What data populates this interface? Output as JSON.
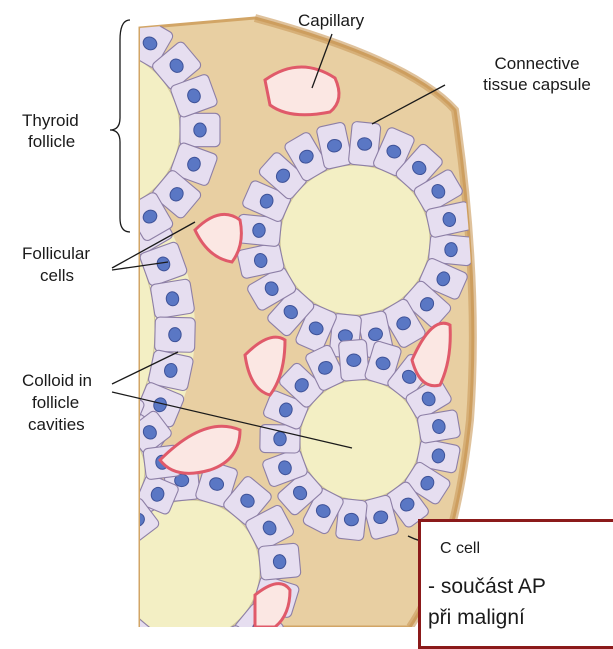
{
  "labels": {
    "capillary": "Capillary",
    "capsule_line1": "Connective",
    "capsule_line2": "tissue capsule",
    "follicle_line1": "Thyroid",
    "follicle_line2": "follicle",
    "follicular_line1": "Follicular",
    "follicular_line2": "cells",
    "colloid_line1": "Colloid in",
    "colloid_line2": "follicle",
    "colloid_line3": "cavities",
    "c_cell": "C cell"
  },
  "info_box": {
    "bullet_1": "-   součást AP",
    "bullet_2": "    při maligní"
  },
  "colors": {
    "colloid": "#f3efc4",
    "cell": "#e6def0",
    "nucleus": "#5a77c4",
    "connective_tissue": "#e8cfa2",
    "capsule": "#d9b47a",
    "capillary_wall": "#e05a6a",
    "box_border": "#8b1a1a"
  }
}
